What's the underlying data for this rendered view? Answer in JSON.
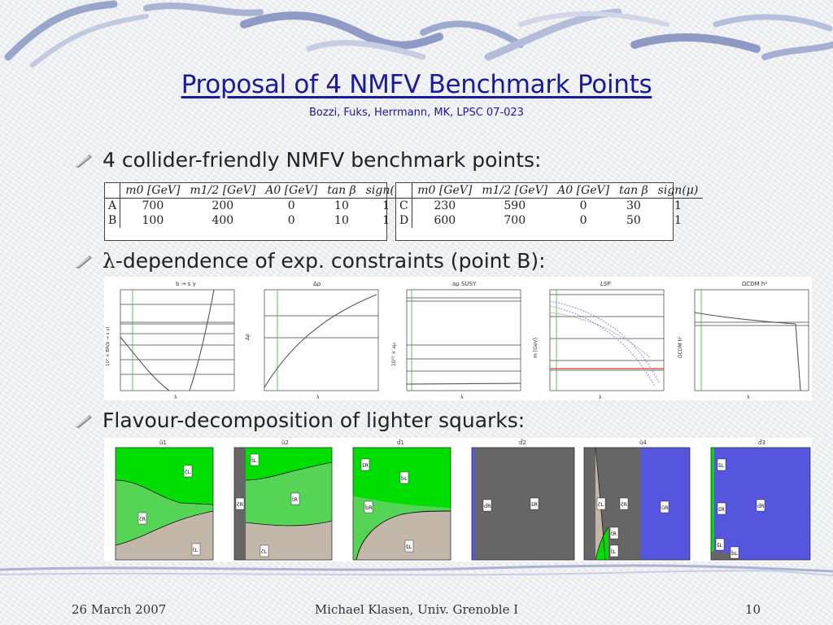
{
  "slide": {
    "title": "Proposal of 4 NMFV Benchmark Points",
    "subtitle": "Bozzi, Fuks, Herrmann, MK, LPSC 07-023",
    "bullets": {
      "b1": "4 collider-friendly NMFV benchmark points:",
      "b2_symbol": "λ",
      "b2_text": "-dependence of exp. constraints  (point B):",
      "b3": "Flavour-decomposition of lighter squarks:"
    }
  },
  "tables": {
    "headers": [
      "m0 [GeV]",
      "m1/2 [GeV]",
      "A0 [GeV]",
      "tan β",
      "sign(μ)"
    ],
    "left": [
      {
        "label": "A",
        "values": [
          "700",
          "200",
          "0",
          "10",
          "1"
        ]
      },
      {
        "label": "B",
        "values": [
          "100",
          "400",
          "0",
          "10",
          "1"
        ]
      }
    ],
    "right": [
      {
        "label": "C",
        "values": [
          "230",
          "590",
          "0",
          "30",
          "1"
        ]
      },
      {
        "label": "D",
        "values": [
          "600",
          "700",
          "0",
          "50",
          "1"
        ]
      }
    ]
  },
  "constraint_plots": [
    {
      "title": "b → s γ",
      "ylabel": "10⁴ × BR(b → s γ)",
      "xlabel": "λ"
    },
    {
      "title": "Δρ",
      "ylabel": "Δρ",
      "xlabel": "λ"
    },
    {
      "title": "aμ SUSY",
      "ylabel": "10¹⁰ × aμ",
      "xlabel": "λ"
    },
    {
      "title": "LSP",
      "ylabel": "m [GeV]",
      "xlabel": "λ"
    },
    {
      "title": "ΩCDM h²",
      "ylabel": "ΩCDM h²",
      "xlabel": "λ"
    }
  ],
  "squark_plots": [
    {
      "title": "ũ1",
      "labels": [
        "c̃L",
        "c̃R",
        "t̃L"
      ]
    },
    {
      "title": "ũ2",
      "labels": [
        "t̃L",
        "c̃R",
        "t̃R",
        "c̃L"
      ]
    },
    {
      "title": "d̃1",
      "labels": [
        "s̃R",
        "b̃L",
        "b̃R",
        "s̃L"
      ]
    },
    {
      "title": "d̃2",
      "labels": [
        "d̃R",
        "s̃R"
      ]
    },
    {
      "title": "ũ4",
      "labels": [
        "c̃L",
        "c̃R",
        "ũR",
        "t̃R",
        "t̃L"
      ]
    },
    {
      "title": "d̃3",
      "labels": [
        "s̃L",
        "s̃R",
        "d̃R",
        "s̃L",
        "b̃L"
      ]
    }
  ],
  "footer": {
    "date": "26 March 2007",
    "author": "Michael Klasen, Univ. Grenoble I",
    "page": "10"
  },
  "colors": {
    "title": "#1a1a9c",
    "green": "#00dd00",
    "light_green": "#55d455",
    "tan": "#c2b7a9",
    "grey": "#666666",
    "blue": "#5555dd"
  }
}
